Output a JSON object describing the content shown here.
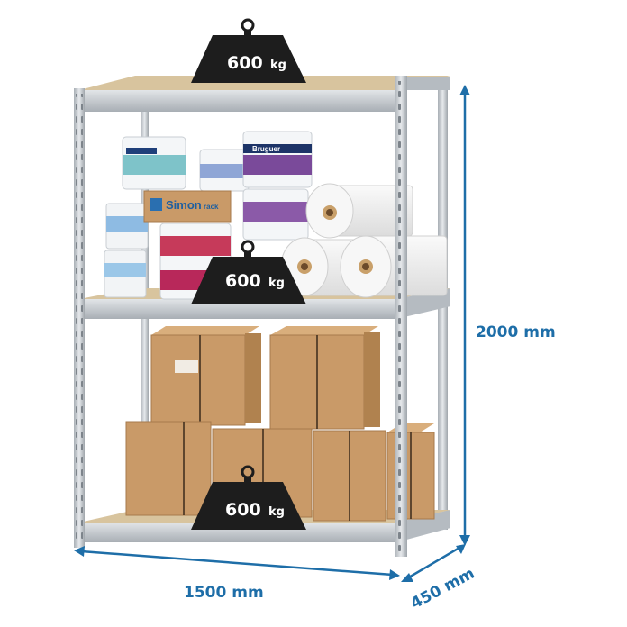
{
  "weights": {
    "top": {
      "value": "600",
      "unit": "kg"
    },
    "middle": {
      "value": "600",
      "unit": "kg"
    },
    "bottom": {
      "value": "600",
      "unit": "kg"
    }
  },
  "dimensions": {
    "height": "2000 mm",
    "width": "1500 mm",
    "depth": "450 mm"
  },
  "labels": {
    "box_brand": "Simon",
    "box_sub": "rack",
    "bucket_brand": "Bruguer"
  },
  "colors": {
    "dimension": "#1e6ea8",
    "weight": "#1d1d1d",
    "steel": "#c8ccd0",
    "cardboard": "#c99a68",
    "board": "#d8c49e"
  }
}
